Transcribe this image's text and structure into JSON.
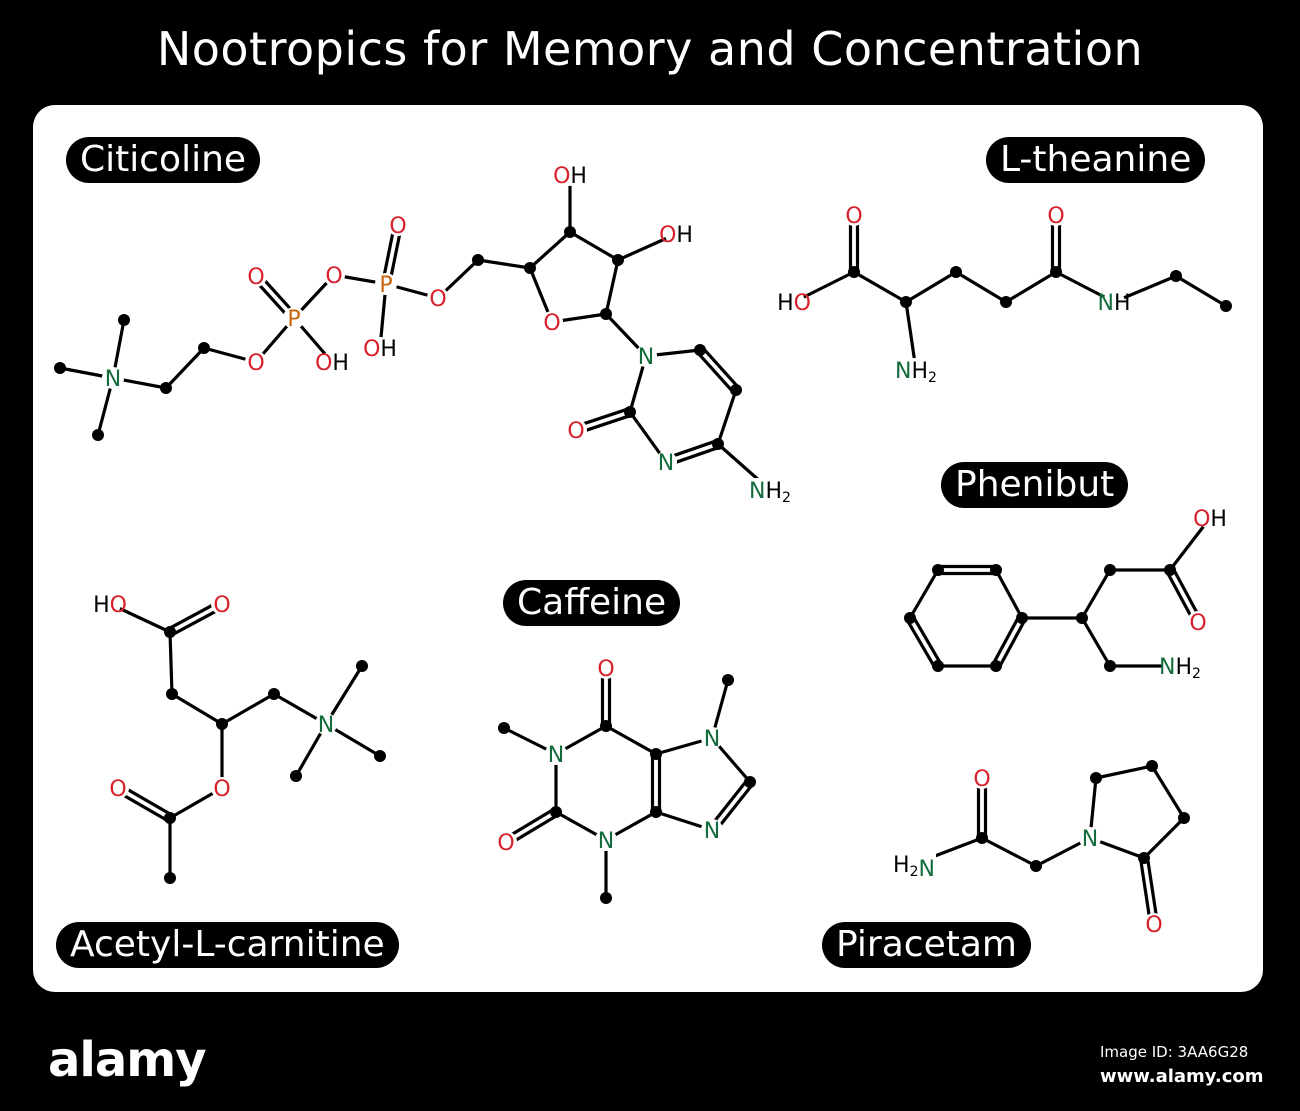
{
  "title": "Nootropics for Memory and Concentration",
  "molecules": {
    "citicoline": "Citicoline",
    "l_theanine": "L-theanine",
    "phenibut": "Phenibut",
    "caffeine": "Caffeine",
    "acetyl_l_carnitine": "Acetyl-L-carnitine",
    "piracetam": "Piracetam"
  },
  "atom_labels": {
    "oh": "OH",
    "ho": "HO",
    "o": "O",
    "p": "P",
    "n": "N",
    "nh": "NH",
    "nh2_main": "NH",
    "h2_main": "H",
    "sub2": "2"
  },
  "colors": {
    "oxygen": "#d8202a",
    "nitrogen": "#146c3c",
    "phosphorus": "#c8640a",
    "bond": "#000000"
  },
  "watermark": {
    "brand": "alamy",
    "image_id": "Image ID: 3AA6G28",
    "site": "www.alamy.com"
  }
}
